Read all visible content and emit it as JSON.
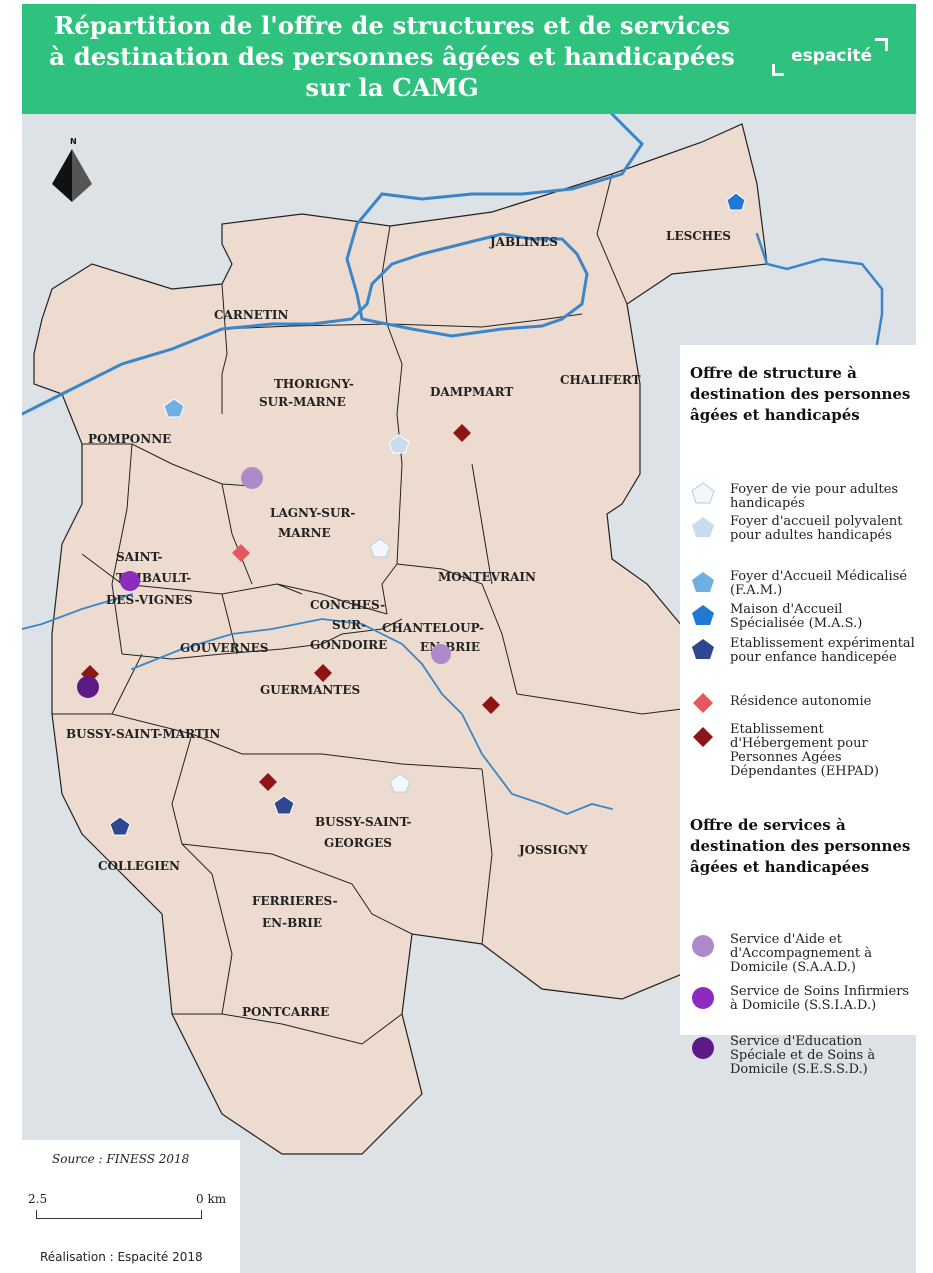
{
  "header": {
    "title": "Répartition de l'offre de structures et de services à destination des personnes âgées et handicapées sur la CAMG",
    "brand": "espacité"
  },
  "map": {
    "north_label": "N",
    "colors": {
      "land": "#eddbd0",
      "background": "#dde2e6",
      "river": "#3a86c8",
      "border": "#222222"
    },
    "communes": [
      "JABLINES",
      "LESCHES",
      "CARNETIN",
      "THORIGNY-",
      "SUR-MARNE",
      "DAMPMART",
      "CHALIFERT",
      "POMPONNE",
      "LAGNY-SUR-",
      "MARNE",
      "SAINT-",
      "THIBAULT-",
      "DES-VIGNES",
      "MONTEVRAIN",
      "CONCHES-",
      "SUR-",
      "GONDOIRE",
      "CHANTELOUP-",
      "EN-BRIE",
      "GOUVERNES",
      "GUERMANTES",
      "BUSSY-SAINT-MARTIN",
      "BUSSY-SAINT-",
      "GEORGES",
      "COLLEGIEN",
      "JOSSIGNY",
      "FERRIERES-",
      "EN-BRIE",
      "PONTCARRE"
    ]
  },
  "legend": {
    "structures_title": "Offre de structure à destination des personnes âgées et handicapés",
    "structures": [
      {
        "label": "Foyer de vie pour adultes handicapés",
        "shape": "pentagon",
        "color": "#f2f7fb"
      },
      {
        "label": "Foyer d'accueil polyvalent pour adultes handicapés",
        "shape": "pentagon",
        "color": "#c7dcee"
      },
      {
        "label": "Foyer d'Accueil Médicalisé (F.A.M.)",
        "shape": "pentagon",
        "color": "#6fb0e3"
      },
      {
        "label": "Maison d'Accueil Spécialisée (M.A.S.)",
        "shape": "pentagon",
        "color": "#1f78d1"
      },
      {
        "label": "Etablissement expérimental pour enfance handicepée",
        "shape": "pentagon",
        "color": "#2f4690"
      },
      {
        "label": "Résidence autonomie",
        "shape": "diamond",
        "color": "#e5595e"
      },
      {
        "label": "Etablissement d'Hébergement pour Personnes Agées Dépendantes (EHPAD)",
        "shape": "diamond",
        "color": "#8e1515"
      }
    ],
    "services_title": "Offre de services à destination des personnes âgées et handicapées",
    "services": [
      {
        "label": "Service d'Aide et d'Accompagnement à Domicile (S.A.A.D.)",
        "shape": "circle",
        "color": "#b08ac8"
      },
      {
        "label": "Service de Soins Infirmiers à Domicile (S.S.I.A.D.)",
        "shape": "circle",
        "color": "#8b2bbf"
      },
      {
        "label": "Service d'Education Spéciale et de Soins à Domicile (S.E.S.S.D.)",
        "shape": "circle",
        "color": "#5b1a86"
      }
    ]
  },
  "footer": {
    "source": "Source : FINESS 2018",
    "scale_left": "2.5",
    "scale_right": "0 km",
    "credit": "Réalisation : Espacité 2018"
  }
}
